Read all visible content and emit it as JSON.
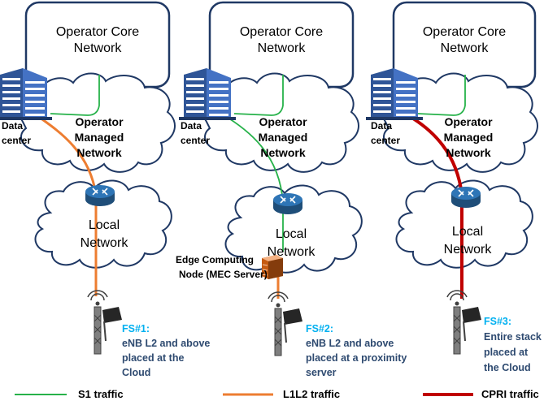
{
  "panels": [
    {
      "core_line1": "Operator Core",
      "core_line2": "Network",
      "dc_line1": "Data",
      "dc_line2": "center",
      "managed_line1": "Operator",
      "managed_line2": "Managed",
      "managed_line3": "Network",
      "local_line1": "Local",
      "local_line2": "Network",
      "fs_label": "FS#1:",
      "desc": [
        "eNB L2 and above",
        "placed at the",
        "Cloud"
      ],
      "traffic": "L1L2"
    },
    {
      "core_line1": "Operator Core",
      "core_line2": "Network",
      "dc_line1": "Data",
      "dc_line2": "center",
      "managed_line1": "Operator",
      "managed_line2": "Managed",
      "managed_line3": "Network",
      "local_line1": "Local",
      "local_line2": "Network",
      "edge_line1": "Edge Computing",
      "edge_line2": "Node (MEC Server)",
      "fs_label": "FS#2:",
      "desc": [
        "eNB L2 and above",
        "placed at a proximity",
        "server"
      ],
      "traffic": "S1+L1L2"
    },
    {
      "core_line1": "Operator Core",
      "core_line2": "Network",
      "dc_line1": "Data",
      "dc_line2": "center",
      "managed_line1": "Operator",
      "managed_line2": "Managed",
      "managed_line3": "Network",
      "local_line1": "Local",
      "local_line2": "Network",
      "fs_label": "FS#3:",
      "desc": [
        "Entire stack",
        "placed at",
        "the Cloud"
      ],
      "traffic": "CPRI"
    }
  ],
  "legend": [
    {
      "label": "S1 traffic",
      "color": "#27b24a"
    },
    {
      "label": "L1L2 traffic",
      "color": "#ed7d31"
    },
    {
      "label": "CPRI traffic",
      "color": "#c00000"
    }
  ],
  "colors": {
    "outline": "#1f3864",
    "fs_label": "#00b0f0",
    "description": "#2e4a70",
    "building": "#2f5597",
    "router": "#2e75b6"
  }
}
